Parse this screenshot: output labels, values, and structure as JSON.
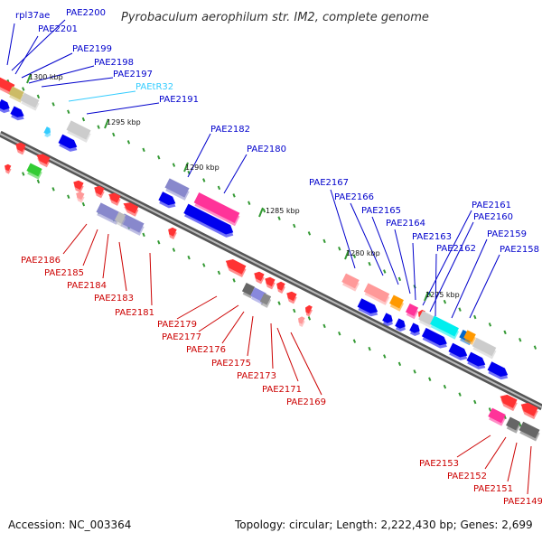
{
  "title": "Pyrobaculum aerophilum str. IM2, complete genome",
  "footer": {
    "accession": "Accession: NC_003364",
    "summary": "Topology: circular; Length: 2,222,430 bp; Genes: 2,699"
  },
  "colors": {
    "forward_label": "#0000cc",
    "reverse_label": "#cc0000",
    "rna_label": "#33ccff"
  },
  "ticks": [
    "1300 kbp",
    "1295 kbp",
    "1290 kbp",
    "1285 kbp",
    "1280 kbp",
    "1275 kbp"
  ],
  "forward_labels": [
    "rpl37ae",
    "PAE2200",
    "PAE2201",
    "PAE2199",
    "PAE2198",
    "PAE2197",
    "PAEtR32",
    "PAE2191",
    "PAE2182",
    "PAE2180",
    "PAE2167",
    "PAE2166",
    "PAE2165",
    "PAE2164",
    "PAE2163",
    "PAE2161",
    "PAE2160",
    "PAE2162",
    "PAE2159",
    "PAE2158"
  ],
  "reverse_labels": [
    "PAE2186",
    "PAE2185",
    "PAE2184",
    "PAE2183",
    "PAE2181",
    "PAE2179",
    "PAE2177",
    "PAE2176",
    "PAE2175",
    "PAE2173",
    "PAE2171",
    "PAE2169",
    "PAE2153",
    "PAE2152",
    "PAE2151",
    "PAE2149"
  ]
}
